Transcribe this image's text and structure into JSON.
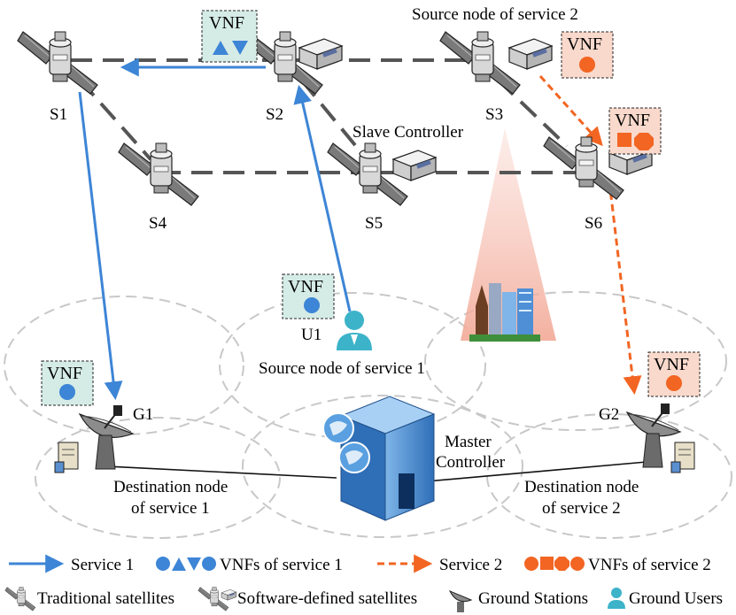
{
  "colors": {
    "service1": "#3d85d6",
    "service2": "#f26522",
    "vnf1_bg": "#d5ece6",
    "vnf2_bg": "#f9d9cc",
    "isl": "#555555",
    "region": "#c8c8c8",
    "user": "#3cb3c9",
    "beam": "#f7c4b8"
  },
  "satellites": {
    "s1": "S1",
    "s2": "S2",
    "s3": "S3",
    "s4": "S4",
    "s5": "S5",
    "s6": "S6"
  },
  "labels": {
    "source2": "Source node of service 2",
    "slave": "Slave Controller",
    "u1": "U1",
    "source1": "Source node of service 1",
    "g1": "G1",
    "g2": "G2",
    "master_line1": "Master",
    "master_line2": "Controller",
    "dest1_line1": "Destination node",
    "dest1_line2": "of service 1",
    "dest2_line1": "Destination node",
    "dest2_line2": "of service 2",
    "vnf": "VNF"
  },
  "legend": {
    "service1": "Service 1",
    "vnfs1": "VNFs of service 1",
    "service2": "Service 2",
    "vnfs2": "VNFs of service 2",
    "traditional": "Traditional satellites",
    "software": "Software-defined satellites",
    "ground_stations": "Ground Stations",
    "ground_users": "Ground Users"
  }
}
